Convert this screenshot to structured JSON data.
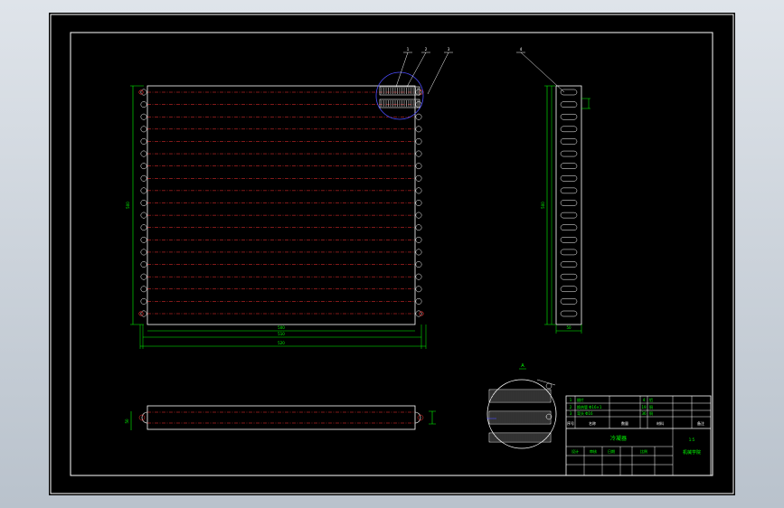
{
  "balloons": [
    "1",
    "2",
    "3",
    "4"
  ],
  "dimensions": {
    "front_height": "500",
    "front_width_inner": "500",
    "front_width_mid": "510",
    "front_width_outer": "520",
    "side_height": "500",
    "side_width": "50",
    "bottom_thickness": "50",
    "section_mark": "A"
  },
  "title_block": {
    "rows": [
      [
        "1",
        "翅片",
        "4",
        "铝"
      ],
      [
        "2",
        "换热管 Φ16×1",
        "19",
        "铜"
      ],
      [
        "3",
        "弯头 Φ16",
        "36",
        "铜"
      ]
    ],
    "headers": [
      "序号",
      "名称",
      "数量",
      "材料",
      "备注"
    ],
    "drawing_name": "冷凝器",
    "scale": "1:5",
    "company": "机械学院",
    "footer": [
      "设计",
      "审核",
      "日期",
      "比例"
    ]
  },
  "colors": {
    "sheet": "#000000",
    "outline": "#ffffff",
    "tube": "#ff3333",
    "dimension": "#00ff00"
  }
}
